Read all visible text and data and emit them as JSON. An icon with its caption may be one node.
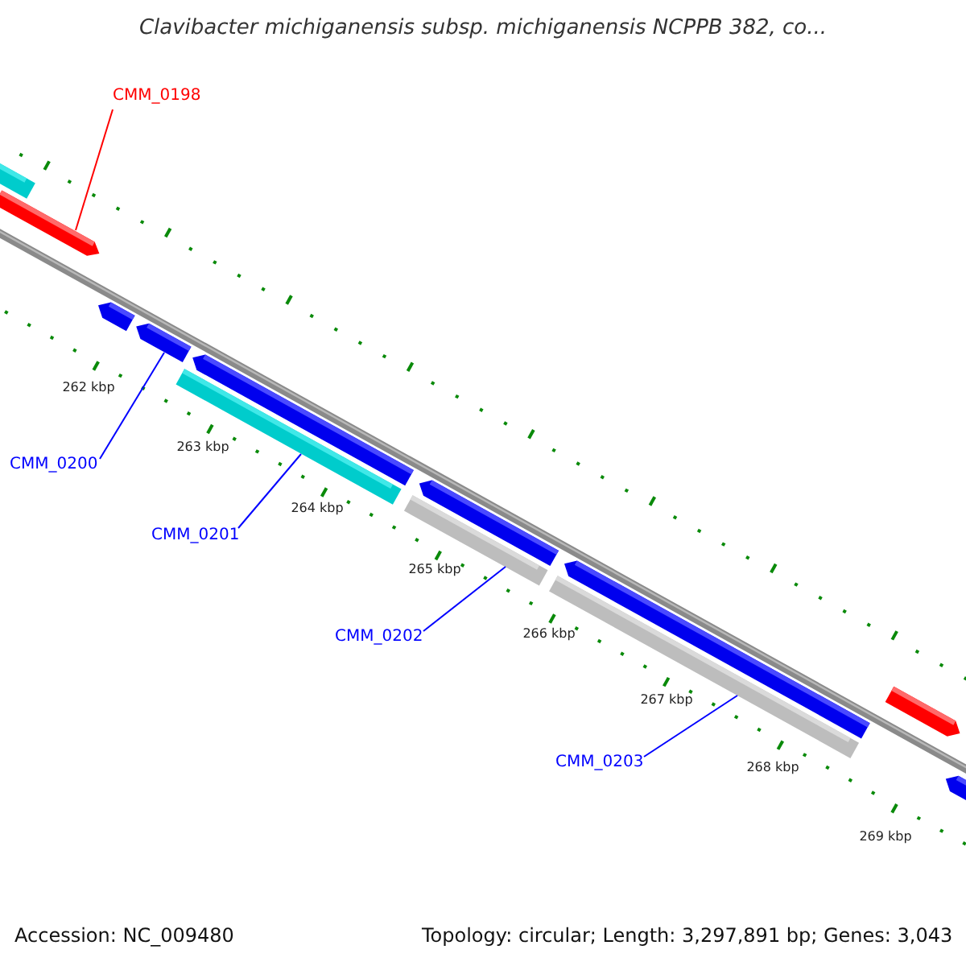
{
  "diagram": {
    "title": "Clavibacter michiganensis subsp. michiganensis NCPPB 382, co...",
    "nodes": [
      {
        "text": [
          "CMM_0198"
        ]
      },
      {
        "text": [
          "CMM_0200"
        ]
      },
      {
        "text": [
          "CMM_0201"
        ]
      },
      {
        "text": [
          "CMM_0202"
        ]
      },
      {
        "text": [
          "CMM_0203"
        ]
      },
      {
        "text": [],
        "shape": "bar"
      },
      {
        "text": [],
        "shape": "bar"
      },
      {
        "text": [],
        "shape": "bar"
      },
      {
        "text": [],
        "shape": "bar"
      },
      {
        "text": [],
        "shape": "bar"
      }
    ],
    "edges": [
      {
        "from": 0,
        "to": 5,
        "arrow": "none",
        "color": "#ff0000"
      },
      {
        "from": 1,
        "to": 6,
        "arrow": "none"
      },
      {
        "from": 2,
        "to": 7,
        "arrow": "none"
      },
      {
        "from": 3,
        "to": 8,
        "arrow": "none"
      },
      {
        "from": 4,
        "to": 9,
        "arrow": "none"
      }
    ],
    "labels": [
      "262 kbp",
      "263 kbp",
      "264 kbp",
      "265 kbp",
      "266 kbp",
      "267 kbp",
      "268 kbp",
      "269 kbp",
      "Accession: NC_009480",
      "Topology: circular; Length: 3,297,891 bp; Genes: 3,043"
    ]
  }
}
